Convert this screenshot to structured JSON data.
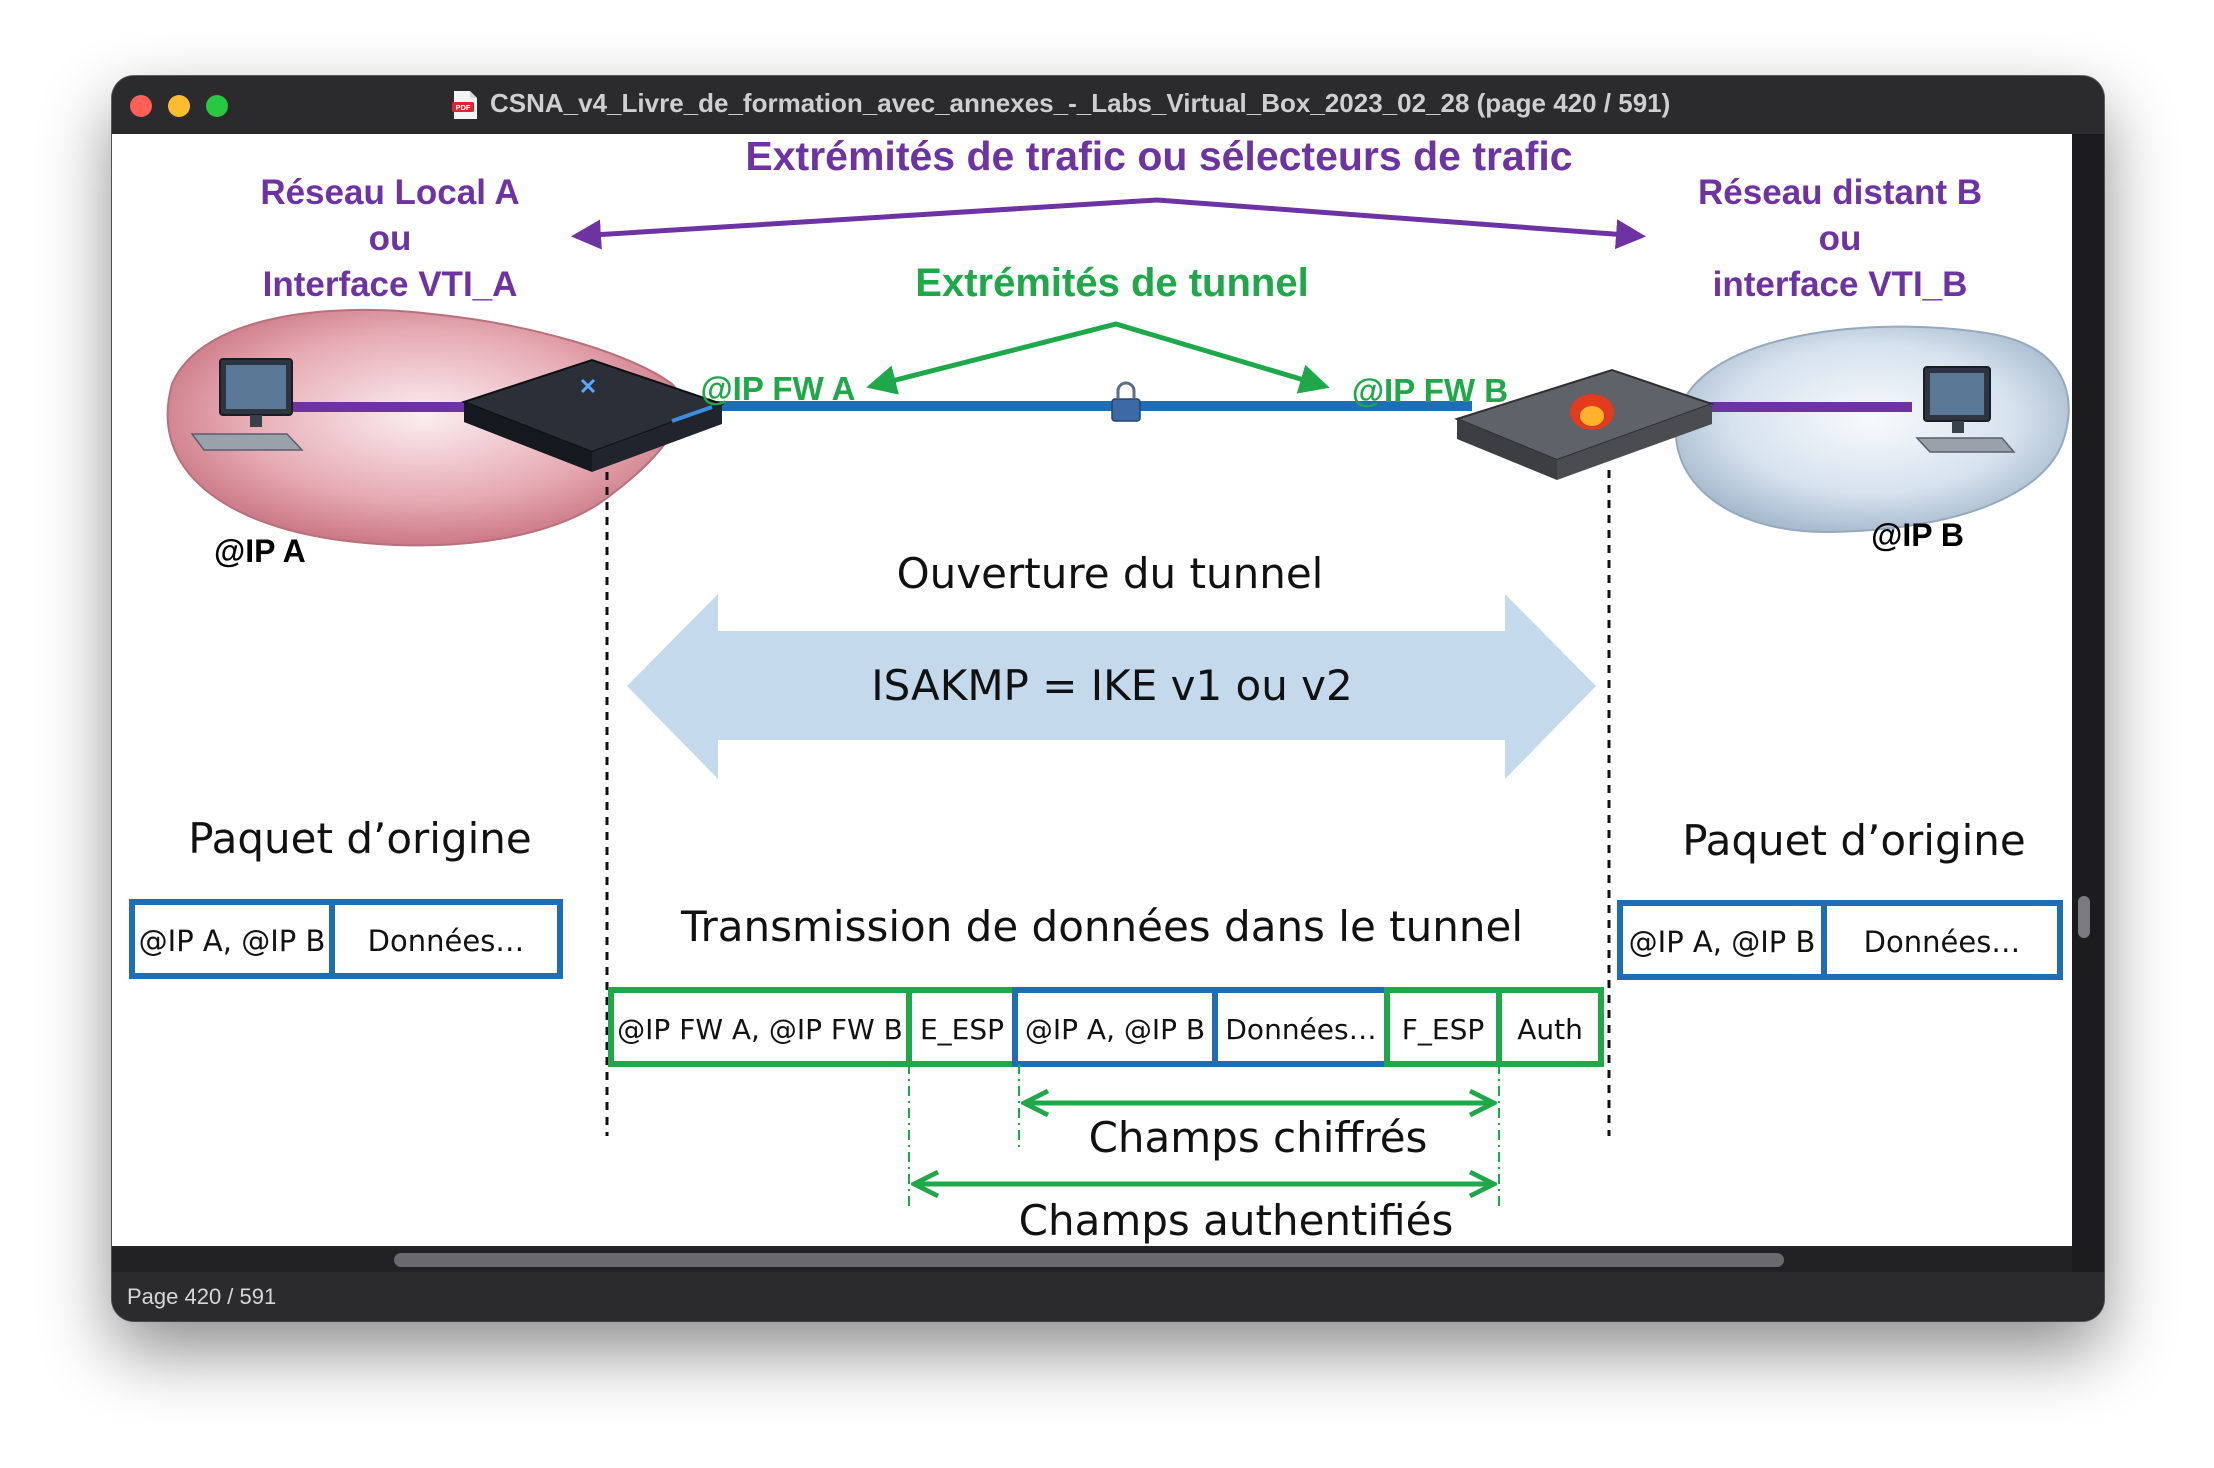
{
  "window": {
    "title": "CSNA_v4_Livre_de_formation_avec_annexes_-_Labs_Virtual_Box_2023_02_28 (page 420 / 591)",
    "status": "Page 420 / 591"
  },
  "diagram": {
    "selectors_title": "Extrémités de trafic ou sélecteurs de trafic",
    "left_network": [
      "Réseau Local A",
      "ou",
      "Interface VTI_A"
    ],
    "right_network": [
      "Réseau distant B",
      "ou",
      "interface VTI_B"
    ],
    "tunnel_title": "Extrémités de tunnel",
    "fw_a": "@IP FW A",
    "fw_b": "@IP FW B",
    "ip_a": "@IP A",
    "ip_b": "@IP B",
    "opening": "Ouverture du tunnel",
    "isakmp": "ISAKMP = IKE v1 ou v2",
    "orig_left_title": "Paquet d’origine",
    "orig_left_cells": [
      "@IP A, @IP B",
      "Données…"
    ],
    "orig_right_title": "Paquet d’origine",
    "orig_right_cells": [
      "@IP A, @IP B",
      "Données…"
    ],
    "transmission": "Transmission de données dans le tunnel",
    "tunnel_cells": [
      "@IP FW A, @IP FW B",
      "E_ESP",
      "@IP A, @IP B",
      "Données…",
      "F_ESP",
      "Auth"
    ],
    "encrypted": "Champs chiffrés",
    "authenticated": "Champs authentifiés"
  },
  "colors": {
    "purple": "#6d33a3",
    "green": "#1ea84a",
    "blue": "#1f6db5",
    "arrow_fill": "#c5d9ed"
  },
  "icons": [
    "close-icon",
    "minimize-icon",
    "zoom-icon",
    "pdf-document-icon",
    "desktop-computer-icon",
    "firewall-icon",
    "lock-icon"
  ]
}
